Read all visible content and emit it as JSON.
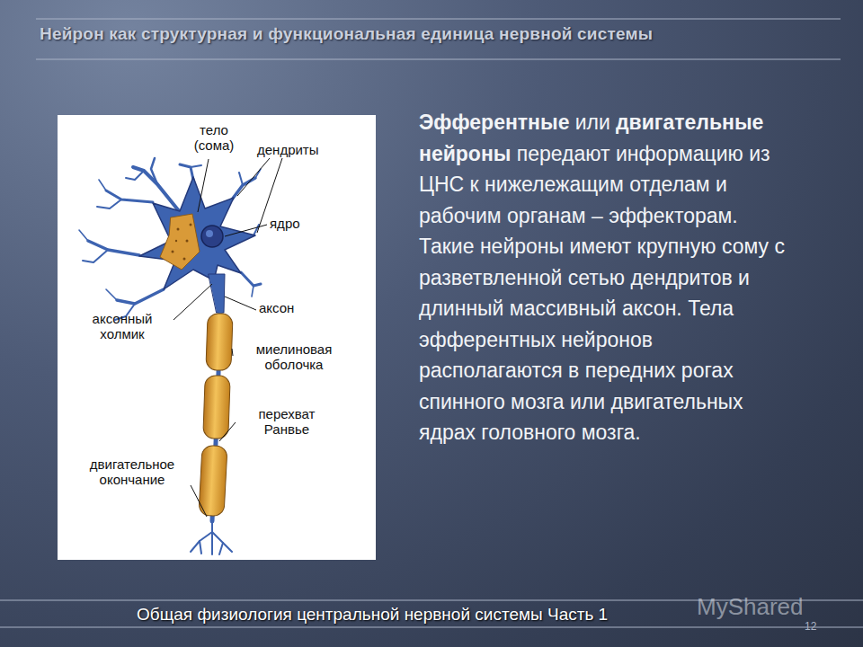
{
  "diagram": {
    "title": "Нейрон как структурная и функциональная единица нервной системы",
    "labels": [
      "тело (сома)",
      "дендриты",
      "ядро",
      "аксонный холмик",
      "аксон",
      "миелиновая оболочка",
      "перехват Ранвье",
      "двигательное окончание",
      "Эфферентные",
      "или",
      "двигательные нейроны",
      "передают информацию из ЦНС к нижележащим отделам и рабочим органам – эффекторам. Такие нейроны имеют крупную сому с разветвленной сетью дендритов и длинный массивный аксон. Тела эфферентных нейронов располагаются в передних рогах спинного мозга или двигательных ядрах головного мозга.",
      "Общая физиология центральной нервной системы Часть 1",
      "12",
      "MyShared"
    ]
  }
}
